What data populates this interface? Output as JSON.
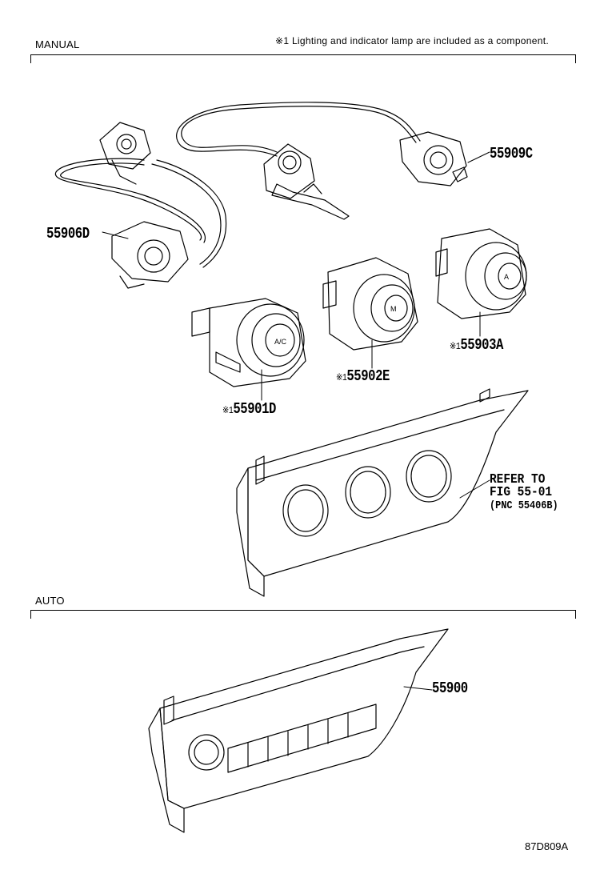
{
  "sections": {
    "manual": "MANUAL",
    "auto": "AUTO"
  },
  "note": "※1 Lighting and indicator lamp are included as a component.",
  "parts": {
    "p55909C": "55909C",
    "p55906D": "55906D",
    "p55903A": "55903A",
    "p55902E": "55902E",
    "p55901D": "55901D",
    "p55900": "55900"
  },
  "component_mark": "※1",
  "reference": {
    "line1": "REFER TO",
    "line2": "FIG 55-01",
    "line3": "(PNC 55406B)"
  },
  "figure_code": "87D809A"
}
